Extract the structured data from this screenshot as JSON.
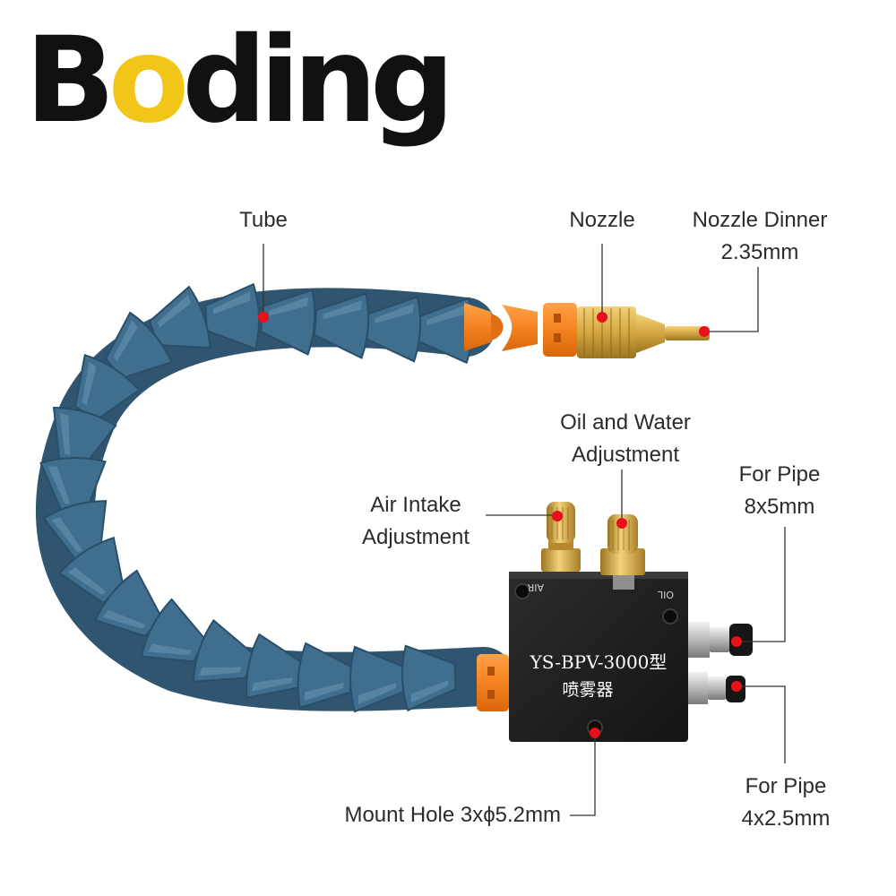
{
  "brand": {
    "prefix": "B",
    "accent_letter": "o",
    "suffix": "ding",
    "accent_color": "#f2c519",
    "text_color": "#111111"
  },
  "callouts": {
    "tube": "Tube",
    "nozzle": "Nozzle",
    "nozzle_diameter_line1": "Nozzle Dinner",
    "nozzle_diameter_line2": "2.35mm",
    "oil_water_line1": "Oil and Water",
    "oil_water_line2": "Adjustment",
    "air_intake_line1": "Air Intake",
    "air_intake_line2": "Adjustment",
    "pipe_large_line1": "For Pipe",
    "pipe_large_line2": "8x5mm",
    "pipe_small_line1": "For Pipe",
    "pipe_small_line2": "4x2.5mm",
    "mount_hole": "Mount Hole 3xϕ5.2mm"
  },
  "block": {
    "model": "YS-BPV-3000型",
    "name": "喷雾器",
    "port_air": "AIR",
    "port_oil": "OIL"
  },
  "colors": {
    "tube": "#3f6e8f",
    "fitting": "#f58220",
    "brass": "#d4a640",
    "block": "#1e1e1e",
    "dot": "#e8101a"
  }
}
